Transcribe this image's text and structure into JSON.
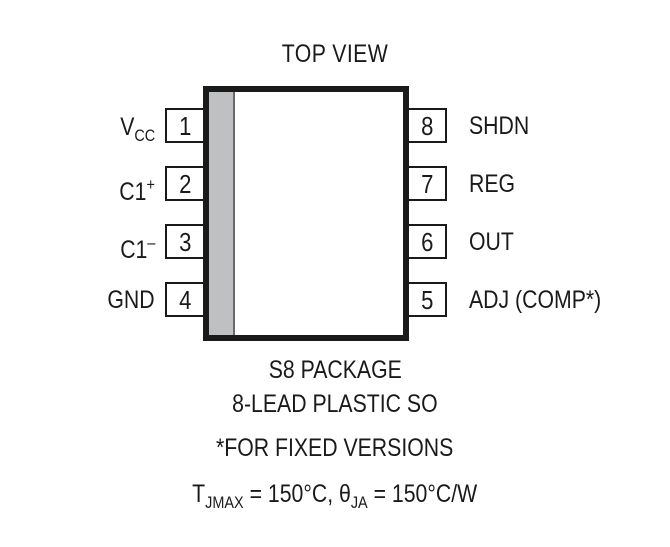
{
  "diagram": {
    "title": "TOP VIEW",
    "package": {
      "body_color": "#ffffff",
      "border_color": "#1a1a1a",
      "pin1_stripe_color": "#bfc0c2"
    },
    "left_pins": [
      {
        "number": "1",
        "name": "V",
        "name_sub": "CC",
        "name_sup": ""
      },
      {
        "number": "2",
        "name": "C1",
        "name_sub": "",
        "name_sup": "+"
      },
      {
        "number": "3",
        "name": "C1",
        "name_sub": "",
        "name_sup": "–"
      },
      {
        "number": "4",
        "name": "GND",
        "name_sub": "",
        "name_sup": ""
      }
    ],
    "right_pins": [
      {
        "number": "8",
        "name": "SHDN"
      },
      {
        "number": "7",
        "name": "REG"
      },
      {
        "number": "6",
        "name": "OUT"
      },
      {
        "number": "5",
        "name": "ADJ (COMP*)"
      }
    ],
    "package_name": "S8 PACKAGE",
    "package_desc": "8-LEAD PLASTIC SO",
    "footnote": "*FOR FIXED VERSIONS",
    "thermal": {
      "tj_symbol": "T",
      "tj_sub": "JMAX",
      "tj_value": " = 150°C, ",
      "theta_symbol": "θ",
      "theta_sub": "JA",
      "theta_value": " = 150°C/W"
    }
  }
}
